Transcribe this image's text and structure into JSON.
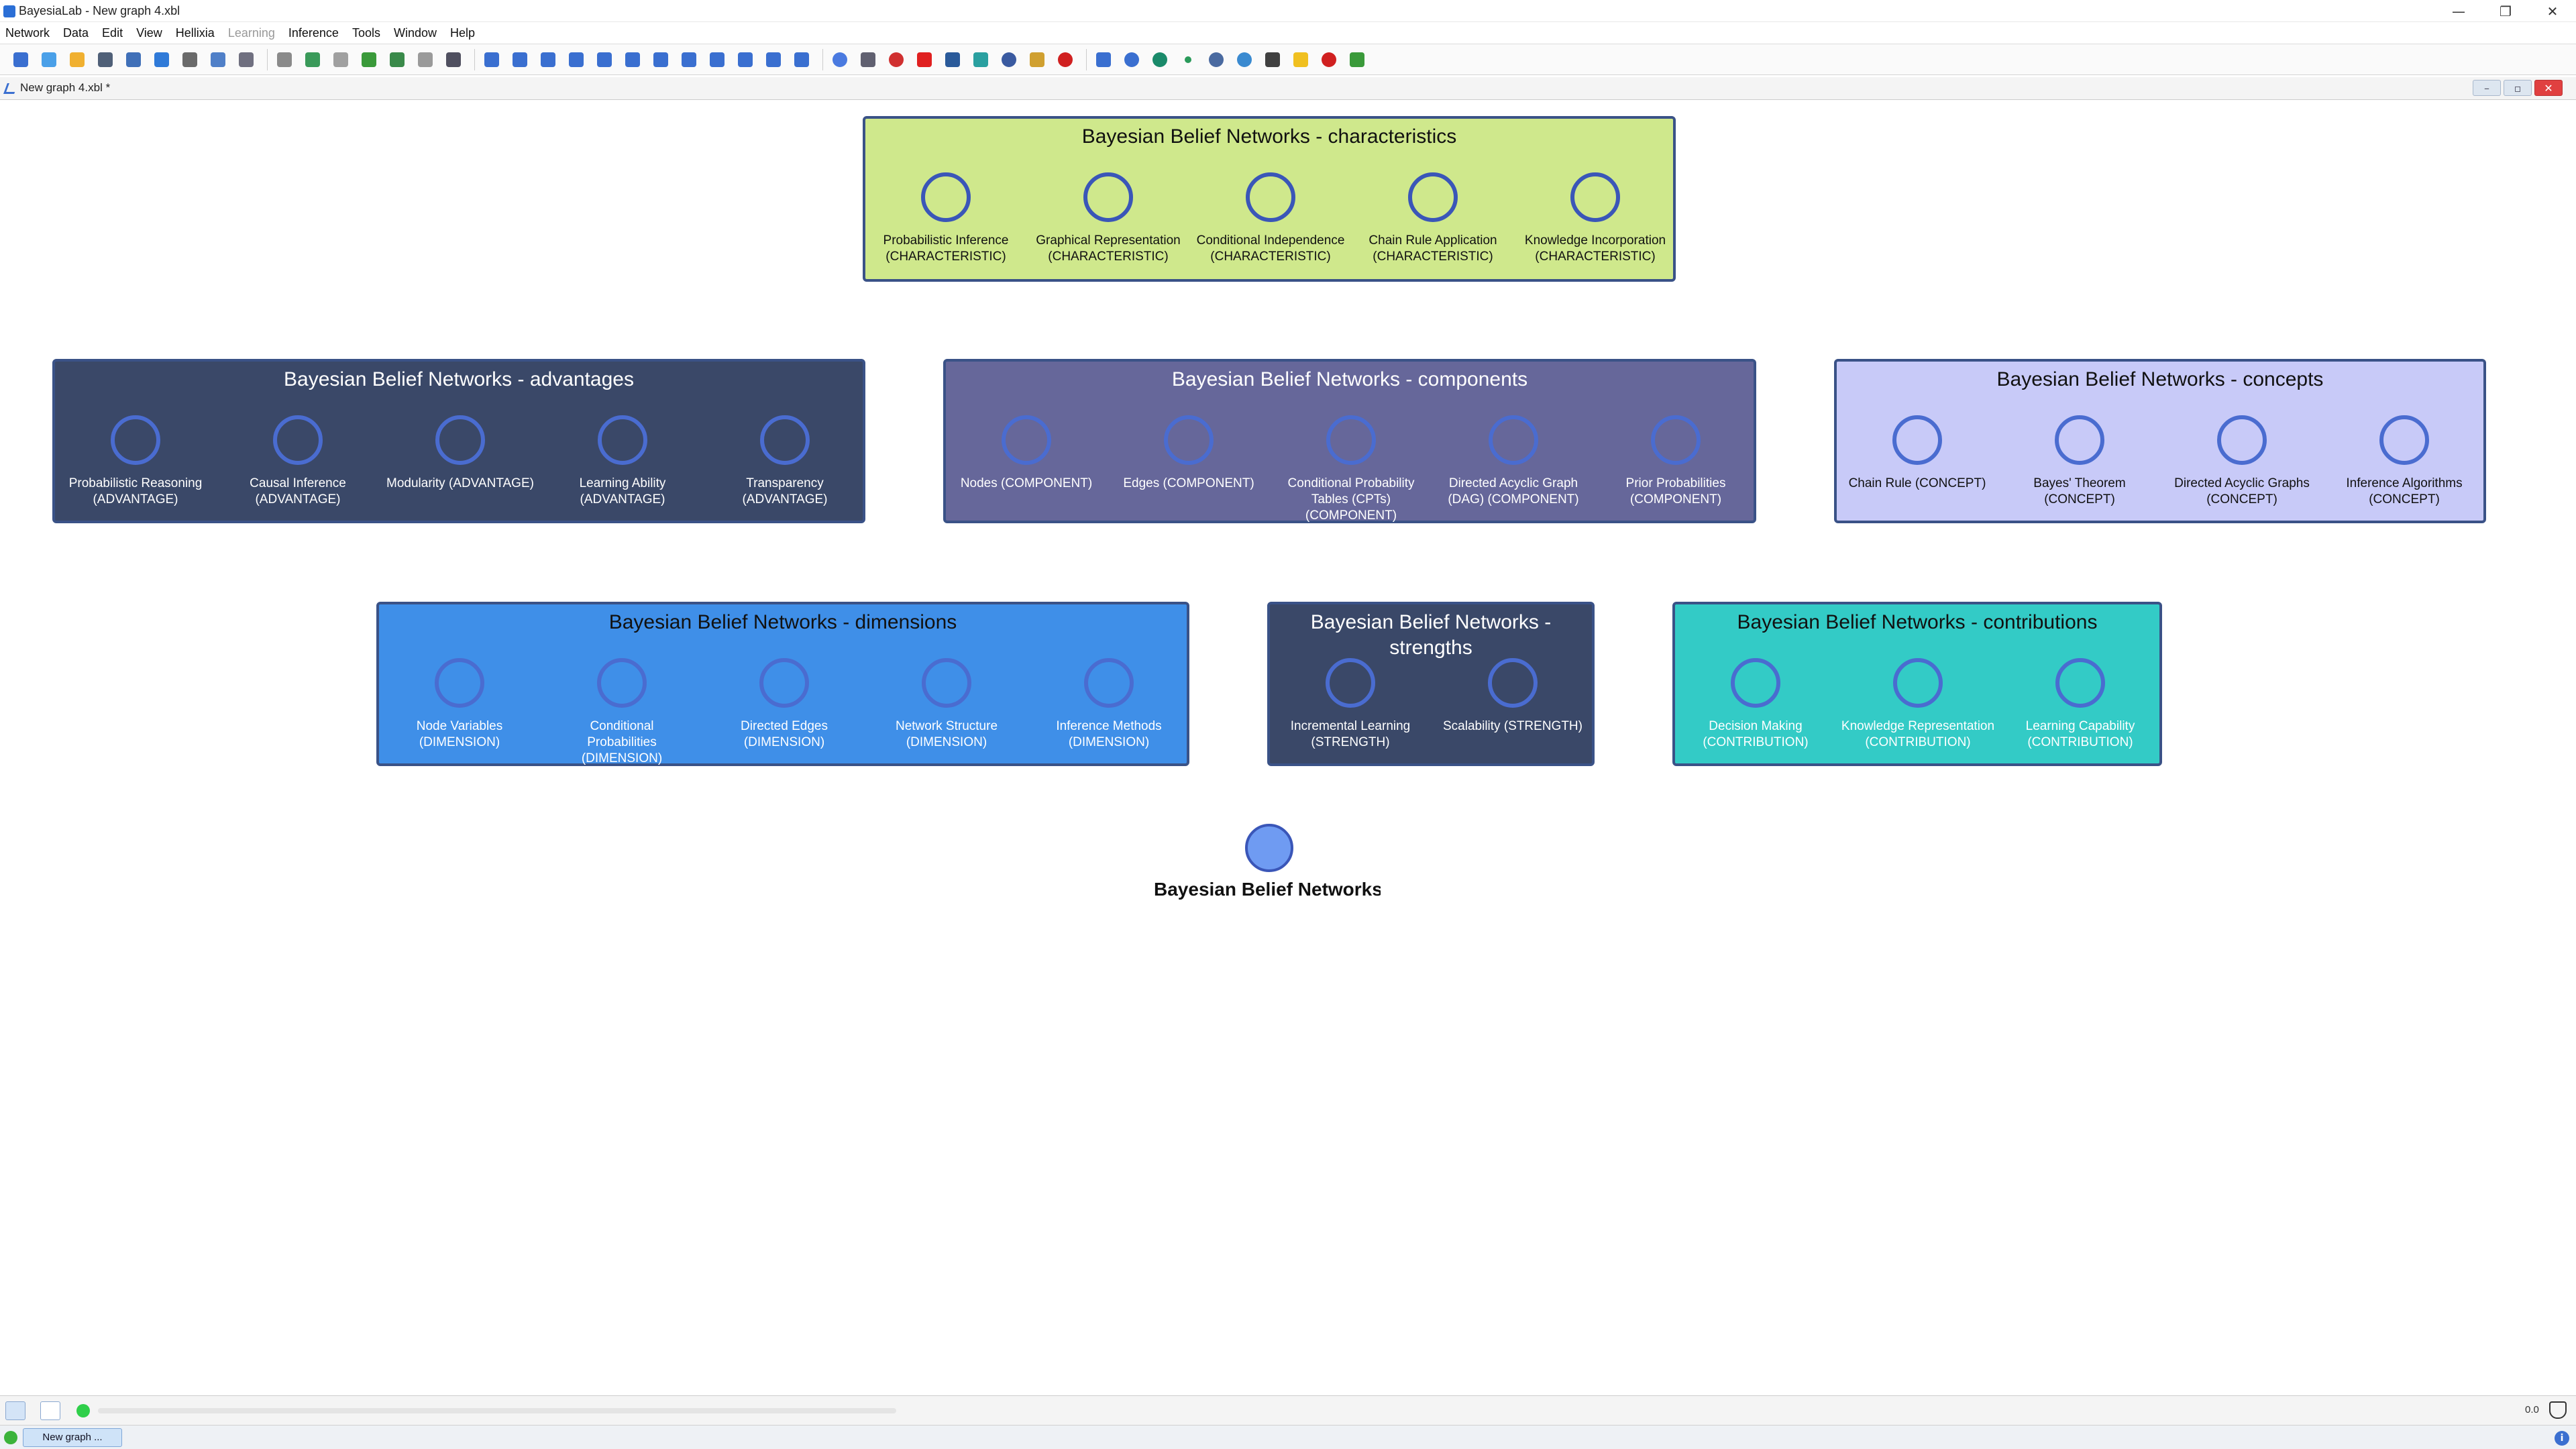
{
  "window": {
    "title": "BayesiaLab - New graph 4.xbl"
  },
  "menu": [
    "Network",
    "Data",
    "Edit",
    "View",
    "Hellixia",
    "Learning",
    "Inference",
    "Tools",
    "Window",
    "Help"
  ],
  "document_tab": {
    "label": "New graph 4.xbl *"
  },
  "toolbar_icons": [
    "home-icon",
    "new-icon",
    "open-folder-icon",
    "database-icon",
    "database-save-icon",
    "save-icon",
    "print-icon",
    "search-zoom-icon",
    "settings-icon",
    "cut-icon",
    "copy-icon",
    "paste-icon",
    "check-icon",
    "undo-icon",
    "redo-icon",
    "binoculars-icon",
    "zoom-in-icon",
    "zoom-out-icon",
    "zoom-icon",
    "fit-icon",
    "expand-icon",
    "collapse-icon",
    "vertical-expand-icon",
    "vertical-collapse-icon",
    "horizontal-expand-icon",
    "horizontal-collapse-icon",
    "rotate-left-icon",
    "rotate-right-icon",
    "node-icon",
    "arc-chart-icon",
    "node-target-icon",
    "arc-red-icon",
    "chart-icon",
    "note-icon",
    "node-info-icon",
    "forbidden-arc-icon",
    "stop-icon",
    "select-arrow-icon",
    "circle-node-icon",
    "hexagon-node-icon",
    "small-node-icon",
    "diamond-node-icon",
    "square-node-icon",
    "arc-tool-icon",
    "note-yellow-icon",
    "delete-red-icon",
    "trash-icon"
  ],
  "groups": {
    "characteristics": {
      "title": "Bayesian Belief Networks - characteristics",
      "nodes": [
        "Probabilistic Inference\n(CHARACTERISTIC)",
        "Graphical Representation\n(CHARACTERISTIC)",
        "Conditional Independence\n(CHARACTERISTIC)",
        "Chain Rule Application\n(CHARACTERISTIC)",
        "Knowledge Incorporation\n(CHARACTERISTIC)"
      ]
    },
    "advantages": {
      "title": "Bayesian Belief Networks - advantages",
      "nodes": [
        "Probabilistic Reasoning\n(ADVANTAGE)",
        "Causal Inference\n(ADVANTAGE)",
        "Modularity (ADVANTAGE)",
        "Learning Ability\n(ADVANTAGE)",
        "Transparency (ADVANTAGE)"
      ]
    },
    "components": {
      "title": "Bayesian Belief Networks - components",
      "nodes": [
        "Nodes (COMPONENT)",
        "Edges (COMPONENT)",
        "Conditional Probability\nTables (CPTs)\n(COMPONENT)",
        "Directed Acyclic Graph\n(DAG) (COMPONENT)",
        "Prior Probabilities\n(COMPONENT)"
      ]
    },
    "concepts": {
      "title": "Bayesian Belief Networks - concepts",
      "nodes": [
        "Chain Rule (CONCEPT)",
        "Bayes' Theorem (CONCEPT)",
        "Directed Acyclic Graphs\n(CONCEPT)",
        "Inference Algorithms\n(CONCEPT)"
      ]
    },
    "dimensions": {
      "title": "Bayesian Belief Networks - dimensions",
      "nodes": [
        "Node Variables\n(DIMENSION)",
        "Conditional\nProbabilities\n(DIMENSION)",
        "Directed Edges\n(DIMENSION)",
        "Network Structure\n(DIMENSION)",
        "Inference Methods\n(DIMENSION)"
      ]
    },
    "strengths": {
      "title": "Bayesian Belief Networks -\nstrengths",
      "nodes": [
        "Incremental Learning\n(STRENGTH)",
        "Scalability (STRENGTH)"
      ]
    },
    "contributions": {
      "title": "Bayesian Belief Networks - contributions",
      "nodes": [
        "Decision Making\n(CONTRIBUTION)",
        "Knowledge Representation\n(CONTRIBUTION)",
        "Learning Capability\n(CONTRIBUTION)"
      ]
    }
  },
  "central_node": {
    "label": "Bayesian Belief Networks"
  },
  "status": {
    "zoom": "0.0"
  },
  "taskbar": {
    "item": "New graph ..."
  },
  "colors": {
    "characteristics": "#cfe88c",
    "advantages": "#3a4868",
    "components": "#66679a",
    "concepts": "#c8caf8",
    "dimensions": "#3f8fe8",
    "strengths": "#3a4868",
    "contributions": "#33cbc6",
    "box_border": "#3a5287",
    "node_ring": "#4a6cd0",
    "central_node": "#6f9bf2"
  }
}
